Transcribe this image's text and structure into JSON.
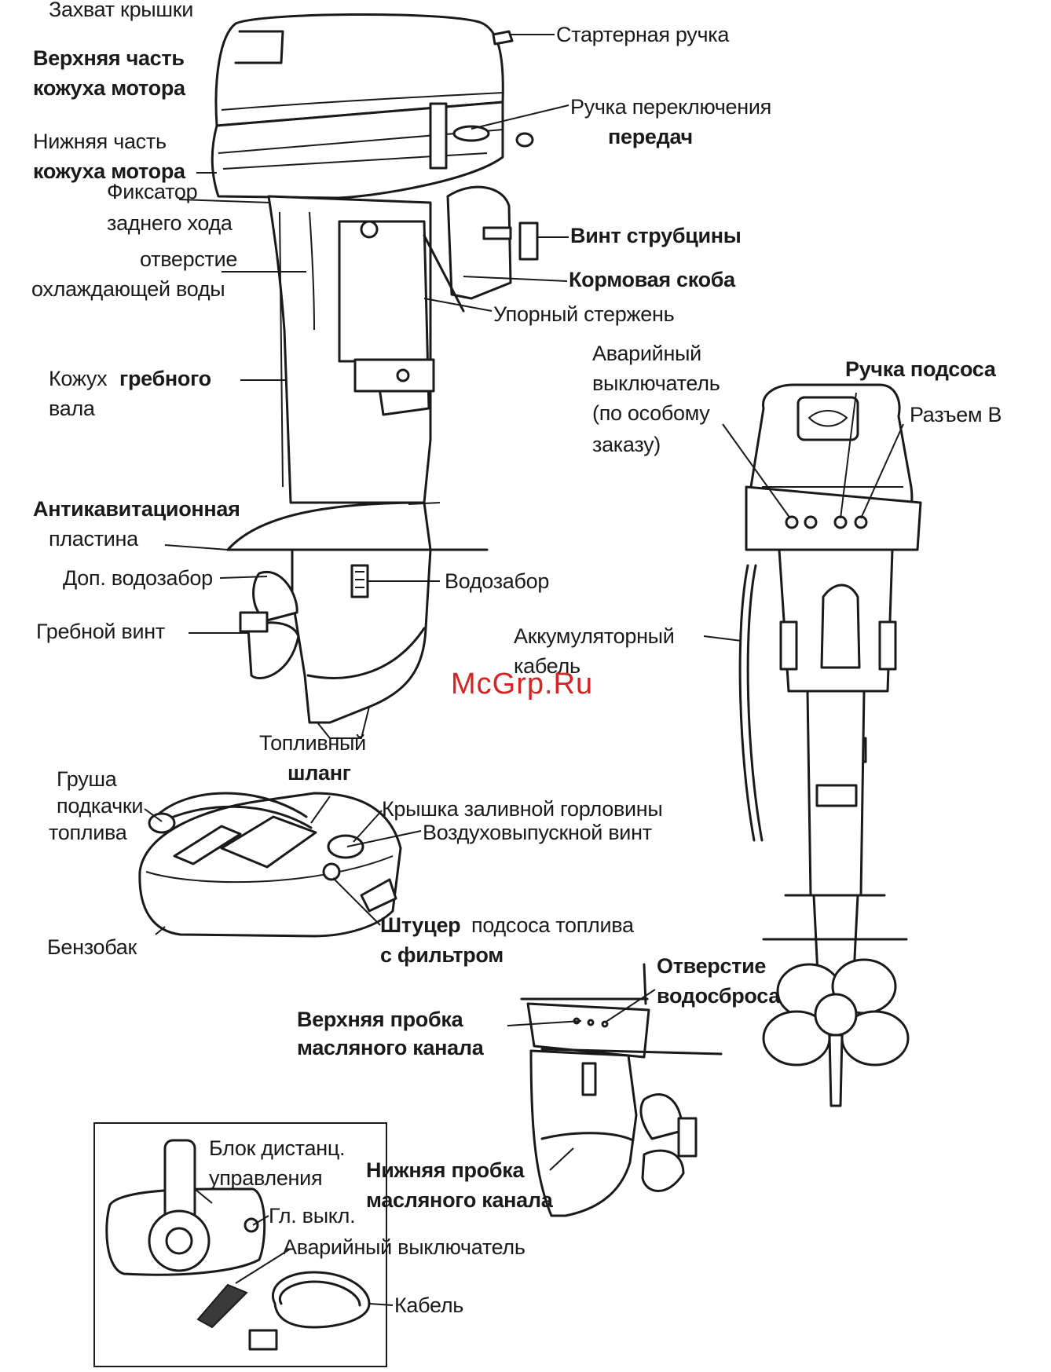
{
  "labels": {
    "cover_grip": "Захват крышки",
    "starter_handle": "Стартерная ручка",
    "upper_cowl_1": "Верхняя часть",
    "upper_cowl_2": "кожуха мотора",
    "gear_shift_1": "Ручка переключения",
    "gear_shift_2": "передач",
    "lower_cowl_1": "Нижняя часть",
    "lower_cowl_2": "кожуха мотора",
    "reverse_lock_1": "Фиксатор",
    "reverse_lock_2": "заднего хода",
    "clamp_screw": "Винт струбцины",
    "cooling_hole_1": "отверстие",
    "cooling_hole_2": "охлаждающей воды",
    "stern_bracket": "Кормовая скоба",
    "thrust_rod": "Упорный стержень",
    "shaft_housing_1a": "Кожух",
    "shaft_housing_1b": "гребного",
    "shaft_housing_2": "вала",
    "emergency_switch_1": "Аварийный",
    "emergency_switch_2": "выключатель",
    "emergency_switch_3": "(по особому",
    "emergency_switch_4": "заказу)",
    "choke_knob": "Ручка подсоса",
    "connector_b": "Разъем В",
    "anticav_1": "Антикавитационная",
    "anticav_2": "пластина",
    "aux_intake": "Доп. водозабор",
    "water_intake": "Водозабор",
    "propeller": "Гребной винт",
    "battery_cable_1": "Аккумуляторный",
    "battery_cable_2": "кабель",
    "fuel_hose_1": "Топливный",
    "fuel_hose_2": "шланг",
    "primer_bulb_1": "Груша",
    "primer_bulb_2": "подкачки",
    "primer_bulb_3": "топлива",
    "filler_cap": "Крышка заливной горловины",
    "air_vent_screw": "Воздуховыпускной винт",
    "fuel_tank": "Бензобак",
    "fuel_fitting_1a": "Штуцер",
    "fuel_fitting_1b": "подсоса топлива",
    "fuel_fitting_2": "с фильтром",
    "drain_hole_1": "Отверстие",
    "drain_hole_2": "водосброса",
    "upper_oil_plug_1": "Верхняя пробка",
    "upper_oil_plug_2": "масляного канала",
    "remote_control_1": "Блок дистанц.",
    "remote_control_2": "управления",
    "lower_oil_plug_1": "Нижняя пробка",
    "lower_oil_plug_2": "масляного канала",
    "main_switch": "Гл. выкл.",
    "emergency_switch_remote": "Аварийный выключатель",
    "cable": "Кабель"
  },
  "watermark": "McGrp.Ru",
  "colors": {
    "ink": "#1a1a1a",
    "watermark": "#d42424"
  }
}
